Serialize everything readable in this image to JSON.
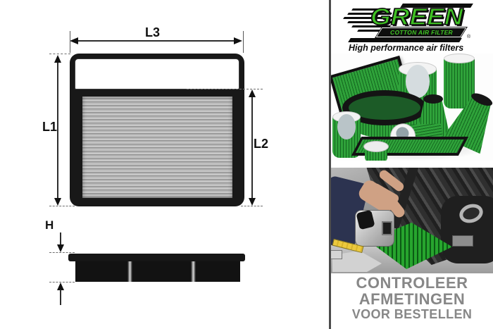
{
  "diagram": {
    "labels": {
      "l3": "L3",
      "l1": "L1",
      "l2": "L2",
      "h": "H"
    }
  },
  "brand": {
    "name": "GREEN",
    "subtitle": "COTTON AIR FILTER",
    "registered": "®",
    "tagline": "High performance air filters",
    "green": "#3fc223"
  },
  "notice": {
    "lines": [
      "CONTROLEER",
      "AFMETINGEN",
      "VOOR BESTELLEN"
    ],
    "color": "#878787"
  },
  "colors": {
    "diagram_ink": "#181818",
    "pleat_gray": "#b3b3b3",
    "filter_green": "#2fa23a",
    "divider": "#4c4c4c"
  }
}
